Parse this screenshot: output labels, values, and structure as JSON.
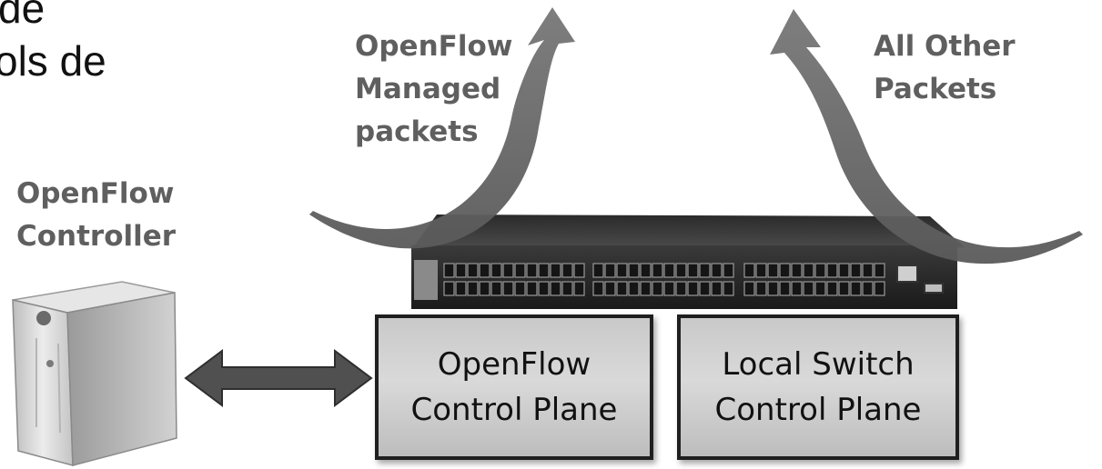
{
  "cut_text": {
    "line1": "de",
    "line2": "ols de"
  },
  "labels": {
    "controller": [
      "OpenFlow",
      "Controller"
    ],
    "managed": [
      "OpenFlow",
      "Managed",
      "packets"
    ],
    "other": [
      "All Other",
      "Packets"
    ]
  },
  "planes": {
    "openflow": [
      "OpenFlow",
      "Control Plane"
    ],
    "local": [
      "Local Switch",
      "Control Plane"
    ]
  }
}
